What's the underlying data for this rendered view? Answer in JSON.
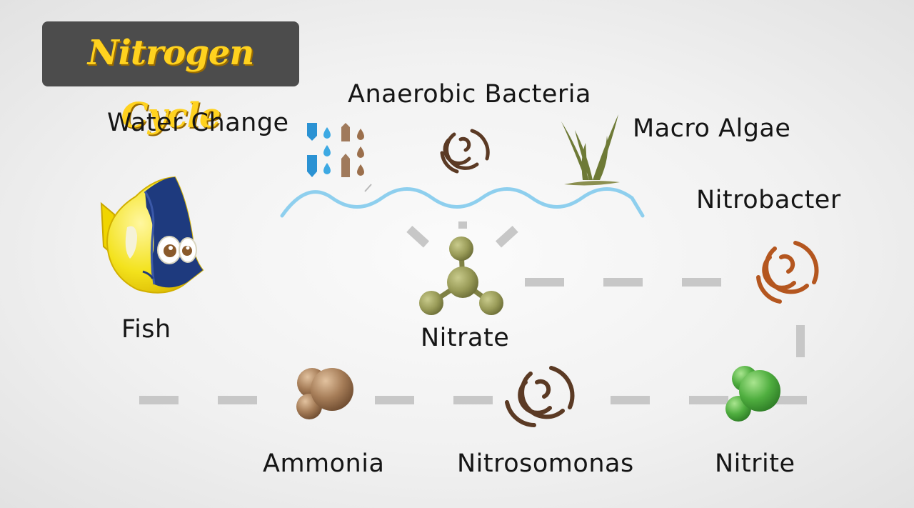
{
  "title": "Nitrogen Cycle",
  "labels": {
    "anaerobic_bacteria": "Anaerobic Bacteria",
    "water_change": "Water Change",
    "macro_algae": "Macro Algae",
    "nitrobacter": "Nitrobacter",
    "fish": "Fish",
    "nitrate": "Nitrate",
    "ammonia": "Ammonia",
    "nitrosomonas": "Nitrosomonas",
    "nitrite": "Nitrite"
  },
  "colors": {
    "title_bg": "#4c4c4c",
    "title_text": "#ffd21f",
    "water": "#8ecfee",
    "dash": "#c7c7c7",
    "bacteria_dark": "#5b3a24",
    "bacteria_orange": "#b4561f",
    "nitrate_molecule": "#8f9150",
    "ammonia_molecule": "#9b7352",
    "nitrite_molecule": "#4aa83d",
    "algae": "#6e7a36"
  },
  "icons": [
    "fish-icon",
    "water-change-icon",
    "bacteria-icon",
    "algae-icon",
    "molecule-icon"
  ]
}
